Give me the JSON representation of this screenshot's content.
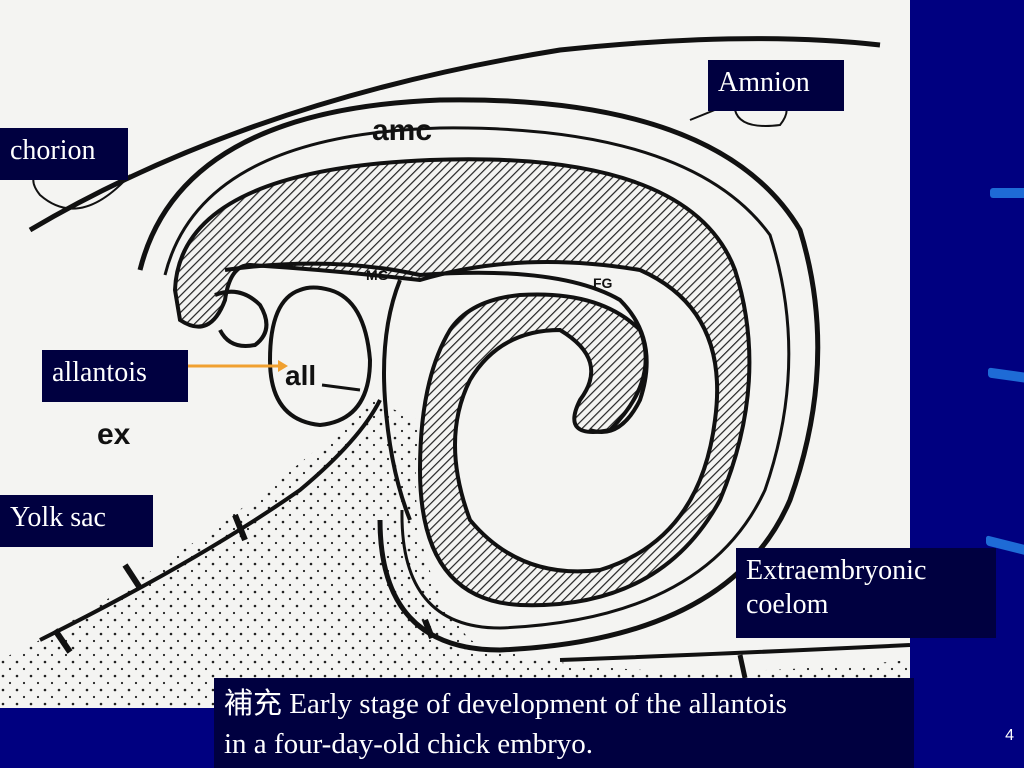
{
  "diagram": {
    "labels_in_figure": {
      "amc": "amc",
      "mg": "MG",
      "fg": "FG",
      "all": "all",
      "ex": "ex"
    },
    "callouts": {
      "amnion": "Amnion",
      "chorion": "chorion",
      "allantois": "allantois",
      "yolk_sac": "Yolk sac",
      "extraembryonic_line1": "Extraembryonic",
      "extraembryonic_line2": "coelom"
    },
    "arrow_color": "#f0a030"
  },
  "caption": {
    "line1": "補充 Early stage of development of the allantois",
    "line2": "in a four-day-old chick embryo."
  },
  "page": {
    "number": "4"
  },
  "colors": {
    "background": "#000080",
    "label_box": "#000040",
    "accent": "#1e6bd6"
  }
}
